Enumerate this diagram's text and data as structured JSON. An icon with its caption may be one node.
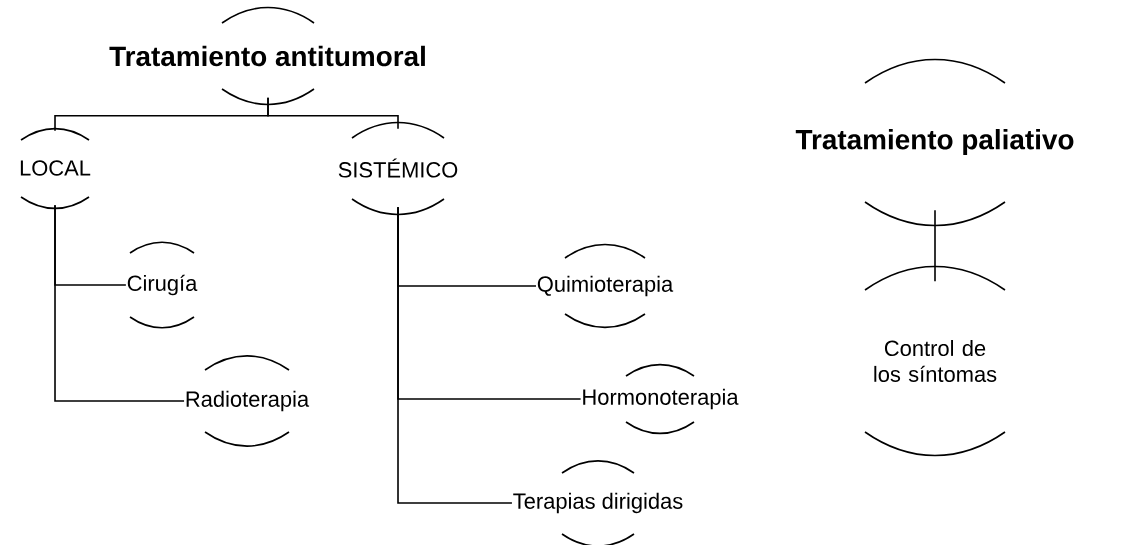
{
  "diagram": {
    "nodes": [
      {
        "text": [
          "Tratamiento antitumoral"
        ]
      },
      {
        "text": [
          "LOCAL"
        ]
      },
      {
        "text": [
          "SISTÉMICO"
        ]
      },
      {
        "text": [
          "Cirugía"
        ]
      },
      {
        "text": [
          "Radioterapia"
        ]
      },
      {
        "text": [
          "Quimioterapia"
        ]
      },
      {
        "text": [
          "Hormonoterapia"
        ]
      },
      {
        "text": [
          "Terapias dirigidas"
        ]
      },
      {
        "text": [
          "Tratamiento paliativo"
        ]
      },
      {
        "text": [
          "Control de los síntomas"
        ]
      }
    ],
    "edges": [
      {
        "from": 0,
        "to": 1,
        "arrow": "none"
      },
      {
        "from": 0,
        "to": 2,
        "arrow": "none"
      },
      {
        "from": 1,
        "to": 3,
        "arrow": "none"
      },
      {
        "from": 1,
        "to": 4,
        "arrow": "none"
      },
      {
        "from": 2,
        "to": 5,
        "arrow": "none"
      },
      {
        "from": 2,
        "to": 6,
        "arrow": "none"
      },
      {
        "from": 2,
        "to": 7,
        "arrow": "none"
      },
      {
        "from": 8,
        "to": 9,
        "arrow": "none"
      }
    ]
  }
}
